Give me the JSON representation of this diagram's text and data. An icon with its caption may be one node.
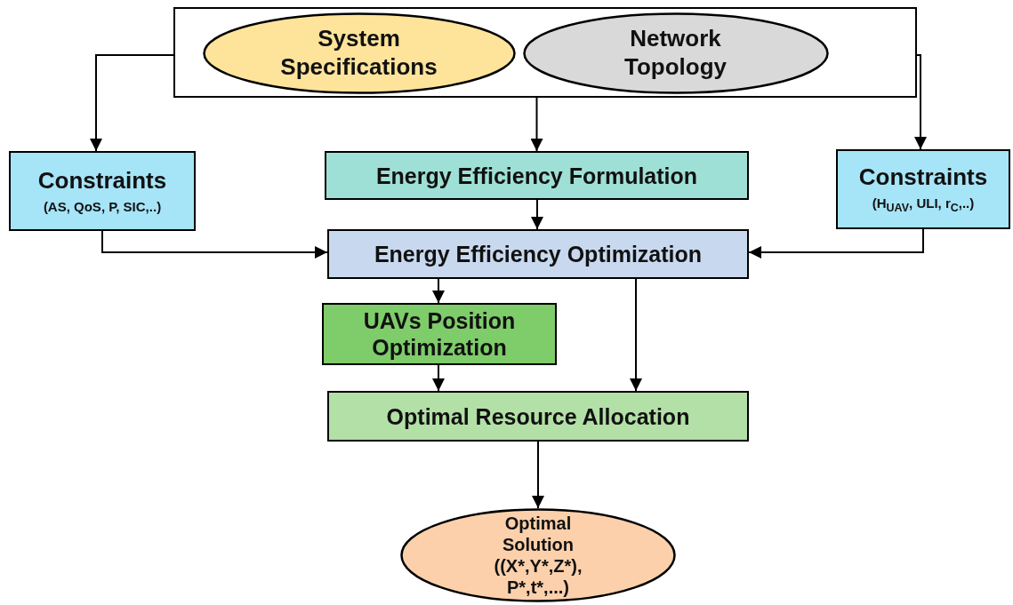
{
  "diagram": {
    "nodes": [
      {
        "text": [],
        "shape": "box"
      },
      {
        "text": [
          "System Specifications"
        ],
        "in": 0
      },
      {
        "text": [
          "Network Topology"
        ],
        "in": 0
      },
      {
        "text": [
          "Constraints",
          "(AS, QoS, P, SIC,..)"
        ]
      },
      {
        "text": [
          "Energy Efficiency Formulation"
        ]
      },
      {
        "text": [
          "Constraints",
          "(H$_{UAV}$, ULI, r$_{C}$,..)"
        ]
      },
      {
        "text": [
          "Energy Efficiency Optimization"
        ]
      },
      {
        "text": [
          "UAVs Position Optimization"
        ]
      },
      {
        "text": [
          "Optimal Resource Allocation"
        ]
      },
      {
        "text": [
          "Optimal Solution",
          "((X*,Y*,Z*), P*,t*,...)"
        ]
      }
    ],
    "edges": [
      {
        "from": 0,
        "to": 3,
        "arrow": "to"
      },
      {
        "from": 0,
        "to": 4,
        "arrow": "to"
      },
      {
        "from": 0,
        "to": 5,
        "arrow": "to"
      },
      {
        "from": 4,
        "to": 6,
        "arrow": "to"
      },
      {
        "from": 3,
        "to": 6,
        "arrow": "to"
      },
      {
        "from": 5,
        "to": 6,
        "arrow": "to"
      },
      {
        "from": 6,
        "to": 7,
        "arrow": "to"
      },
      {
        "from": 7,
        "to": 8,
        "arrow": "to"
      },
      {
        "from": 6,
        "to": 8,
        "arrow": "to"
      },
      {
        "from": 8,
        "to": 9,
        "arrow": "to"
      }
    ]
  }
}
